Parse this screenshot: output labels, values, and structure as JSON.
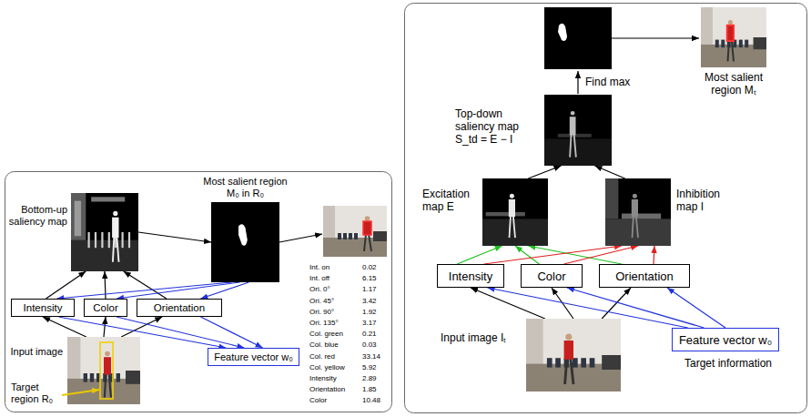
{
  "diagram": {
    "nodes": [
      {
        "text": [
          "Bottom-up saliency map"
        ]
      },
      {
        "text": [
          "Most salient region M₀ in R₀"
        ]
      },
      {
        "text": [
          "Intensity"
        ]
      },
      {
        "text": [
          "Color"
        ]
      },
      {
        "text": [
          "Orientation"
        ]
      },
      {
        "text": [
          "Input image"
        ]
      },
      {
        "text": [
          "Feature vector w₀"
        ]
      },
      {
        "text": [
          "Most salient region Mₜ"
        ]
      },
      {
        "text": [
          "Top-down saliency map",
          "S_td = E − I"
        ]
      },
      {
        "text": [
          "Excitation map E"
        ]
      },
      {
        "text": [
          "Inhibition map I"
        ]
      },
      {
        "text": [
          "Intensity"
        ]
      },
      {
        "text": [
          "Color"
        ]
      },
      {
        "text": [
          "Orientation"
        ]
      },
      {
        "text": [
          "Input image Iₜ"
        ]
      },
      {
        "text": [
          "Feature vector w₀"
        ]
      }
    ],
    "edges": [
      {
        "from": 5,
        "to": 2,
        "arrow": "to"
      },
      {
        "from": 5,
        "to": 3,
        "arrow": "to"
      },
      {
        "from": 5,
        "to": 4,
        "arrow": "to"
      },
      {
        "from": 2,
        "to": 0,
        "arrow": "to"
      },
      {
        "from": 3,
        "to": 0,
        "arrow": "to"
      },
      {
        "from": 4,
        "to": 0,
        "arrow": "to"
      },
      {
        "from": 0,
        "to": 1,
        "arrow": "to"
      },
      {
        "from": 1,
        "to": 2,
        "arrow": "to"
      },
      {
        "from": 1,
        "to": 3,
        "arrow": "to"
      },
      {
        "from": 1,
        "to": 4,
        "arrow": "to"
      },
      {
        "from": 2,
        "to": 6,
        "arrow": "to"
      },
      {
        "from": 3,
        "to": 6,
        "arrow": "to"
      },
      {
        "from": 4,
        "to": 6,
        "arrow": "to"
      },
      {
        "from": 14,
        "to": 11,
        "arrow": "to"
      },
      {
        "from": 14,
        "to": 12,
        "arrow": "to"
      },
      {
        "from": 14,
        "to": 13,
        "arrow": "to"
      },
      {
        "from": 15,
        "to": 11,
        "arrow": "to"
      },
      {
        "from": 15,
        "to": 12,
        "arrow": "to"
      },
      {
        "from": 15,
        "to": 13,
        "arrow": "to"
      },
      {
        "from": 11,
        "to": 9,
        "arrow": "to"
      },
      {
        "from": 12,
        "to": 9,
        "arrow": "to"
      },
      {
        "from": 13,
        "to": 9,
        "arrow": "to"
      },
      {
        "from": 11,
        "to": 10,
        "arrow": "to"
      },
      {
        "from": 12,
        "to": 10,
        "arrow": "to"
      },
      {
        "from": 13,
        "to": 10,
        "arrow": "to"
      },
      {
        "from": 9,
        "to": 8,
        "arrow": "to"
      },
      {
        "from": 10,
        "to": 8,
        "arrow": "to"
      }
    ],
    "labels": [
      "Target region R₀",
      "Int. on",
      "0.02",
      "Int. off",
      "6.15",
      "Ori. 0°",
      "1.17",
      "Ori. 45°",
      "3.42",
      "Ori. 90°",
      "1.92",
      "Ori. 135°",
      "3.17",
      "Col. green",
      "0.21",
      "Col. blue",
      "0.03",
      "Col. red",
      "33.14",
      "Col. yellow",
      "5.92",
      "Intensity",
      "2.89",
      "Orientation",
      "1.85",
      "Color",
      "10.48",
      "Find max",
      "Target information"
    ]
  }
}
